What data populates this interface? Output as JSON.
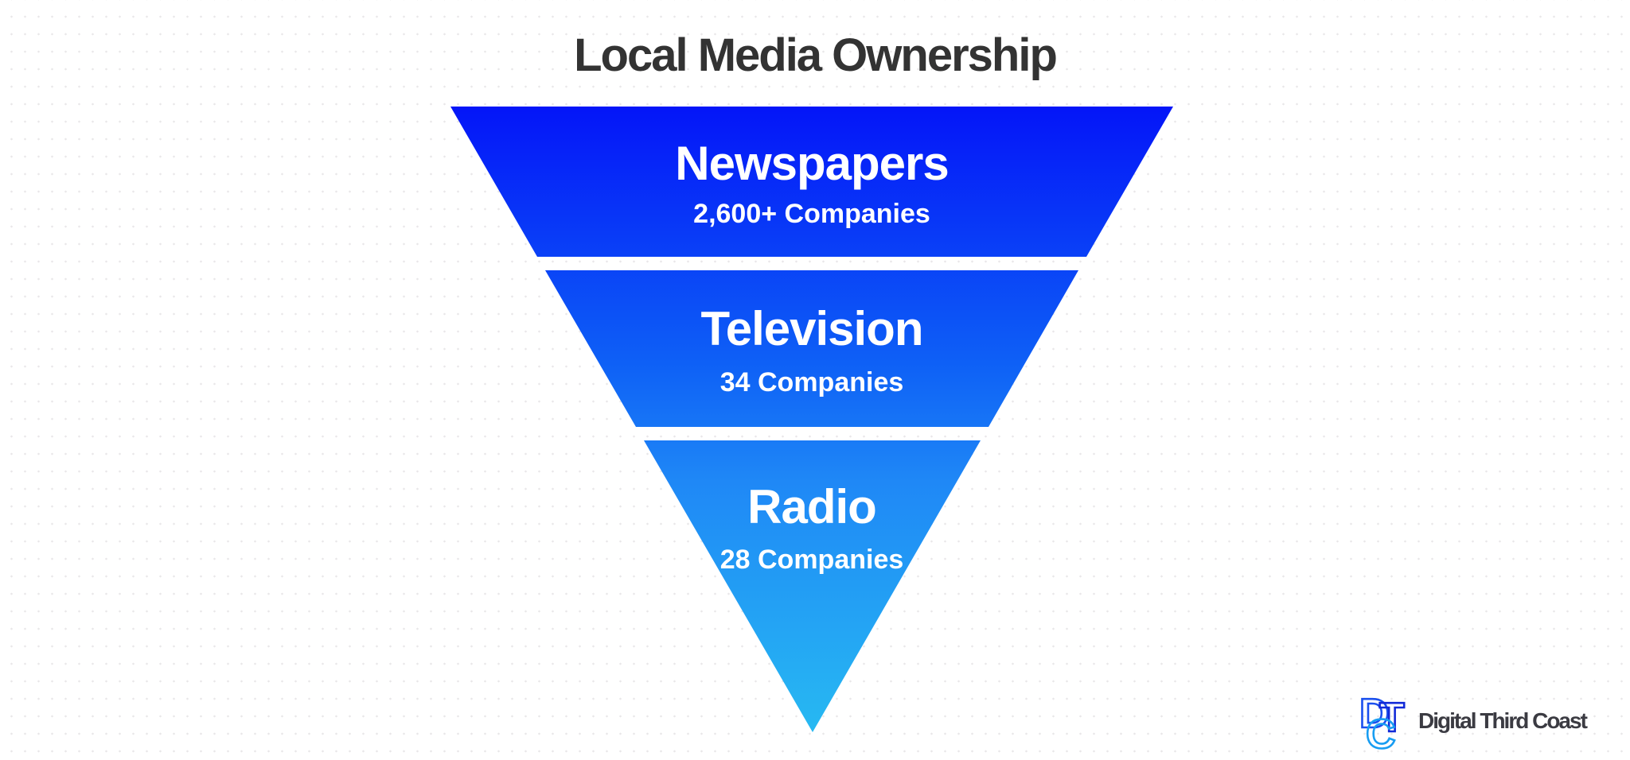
{
  "title": "Local Media Ownership",
  "funnel": {
    "segments": [
      {
        "name": "Newspapers",
        "companies": "2,600+ Companies"
      },
      {
        "name": "Television",
        "companies": "34 Companies"
      },
      {
        "name": "Radio",
        "companies": "28 Companies"
      }
    ]
  },
  "logo": {
    "monogram_letters": [
      "D",
      "T",
      "C"
    ],
    "wordmark": "Digital Third Coast"
  },
  "colors": {
    "funnel_gradient_top": "#0415f8",
    "funnel_gradient_upper_mid": "#0e60f6",
    "funnel_gradient_lower_mid": "#1f88f6",
    "funnel_gradient_bottom": "#27b9f2",
    "title_text": "#333333",
    "funnel_text": "#ffffff",
    "wordmark_text": "#3b3b42",
    "monogram_blue": "#1b50ee",
    "monogram_dark_blue": "#122ad8",
    "monogram_cyan": "#189df2"
  },
  "chart_data": {
    "type": "funnel",
    "title": "Local Media Ownership",
    "categories": [
      "Newspapers",
      "Television",
      "Radio"
    ],
    "values": [
      2600,
      34,
      28
    ],
    "value_labels": [
      "2,600+ Companies",
      "34 Companies",
      "28 Companies"
    ],
    "orientation": "inverted-pyramid",
    "legend": false,
    "gradient": [
      "#0415f8",
      "#0e60f6",
      "#1f88f6",
      "#27b9f2"
    ]
  }
}
